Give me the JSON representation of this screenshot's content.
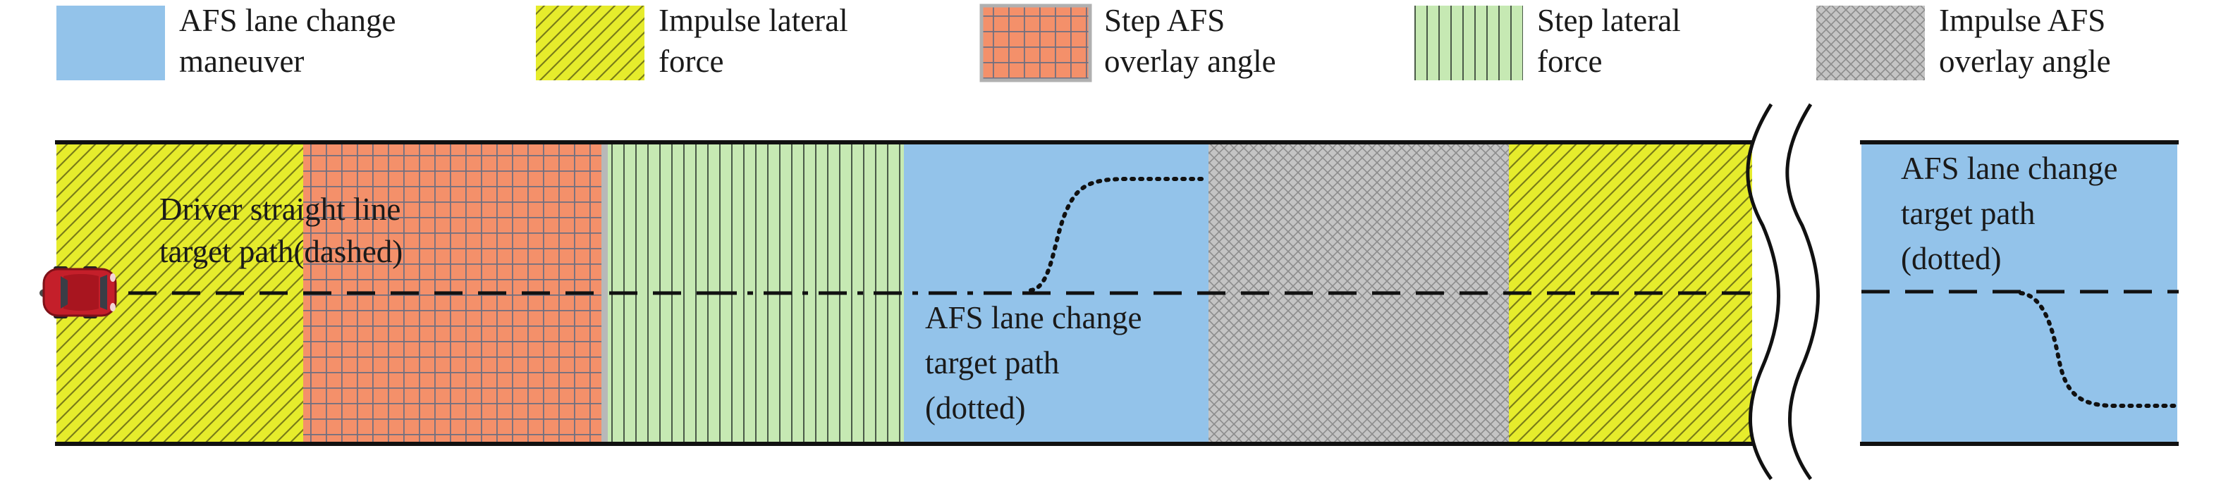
{
  "legend": [
    {
      "key": "afs-lane-change",
      "line1": "AFS lane change",
      "line2": "maneuver"
    },
    {
      "key": "impulse-lateral",
      "line1": "Impulse lateral",
      "line2": "force"
    },
    {
      "key": "step-afs",
      "line1": "Step AFS",
      "line2": "overlay angle"
    },
    {
      "key": "step-lateral",
      "line1": "Step lateral",
      "line2": "force"
    },
    {
      "key": "impulse-afs",
      "line1": "Impulse AFS",
      "line2": "overlay angle"
    }
  ],
  "labels": {
    "driver_path_line1": "Driver straight line",
    "driver_path_line2": "target path(dashed)",
    "afs_path_mid_line1": "AFS lane change",
    "afs_path_mid_line2": "target path",
    "afs_path_mid_line3": "(dotted)",
    "afs_path_right_line1": "AFS lane change",
    "afs_path_right_line2": "target path",
    "afs_path_right_line3": "(dotted)"
  },
  "colors": {
    "afs_blue": "#93c3ea",
    "impulse_yellow": "#e6ec2c",
    "step_orange": "#f4906a",
    "step_green": "#c6e9b3",
    "impulse_gray": "#c4c4c4",
    "car_red": "#c41f2a"
  },
  "icons": {
    "vehicle": "red-car-icon",
    "road_break": "wavy-break-lines"
  }
}
